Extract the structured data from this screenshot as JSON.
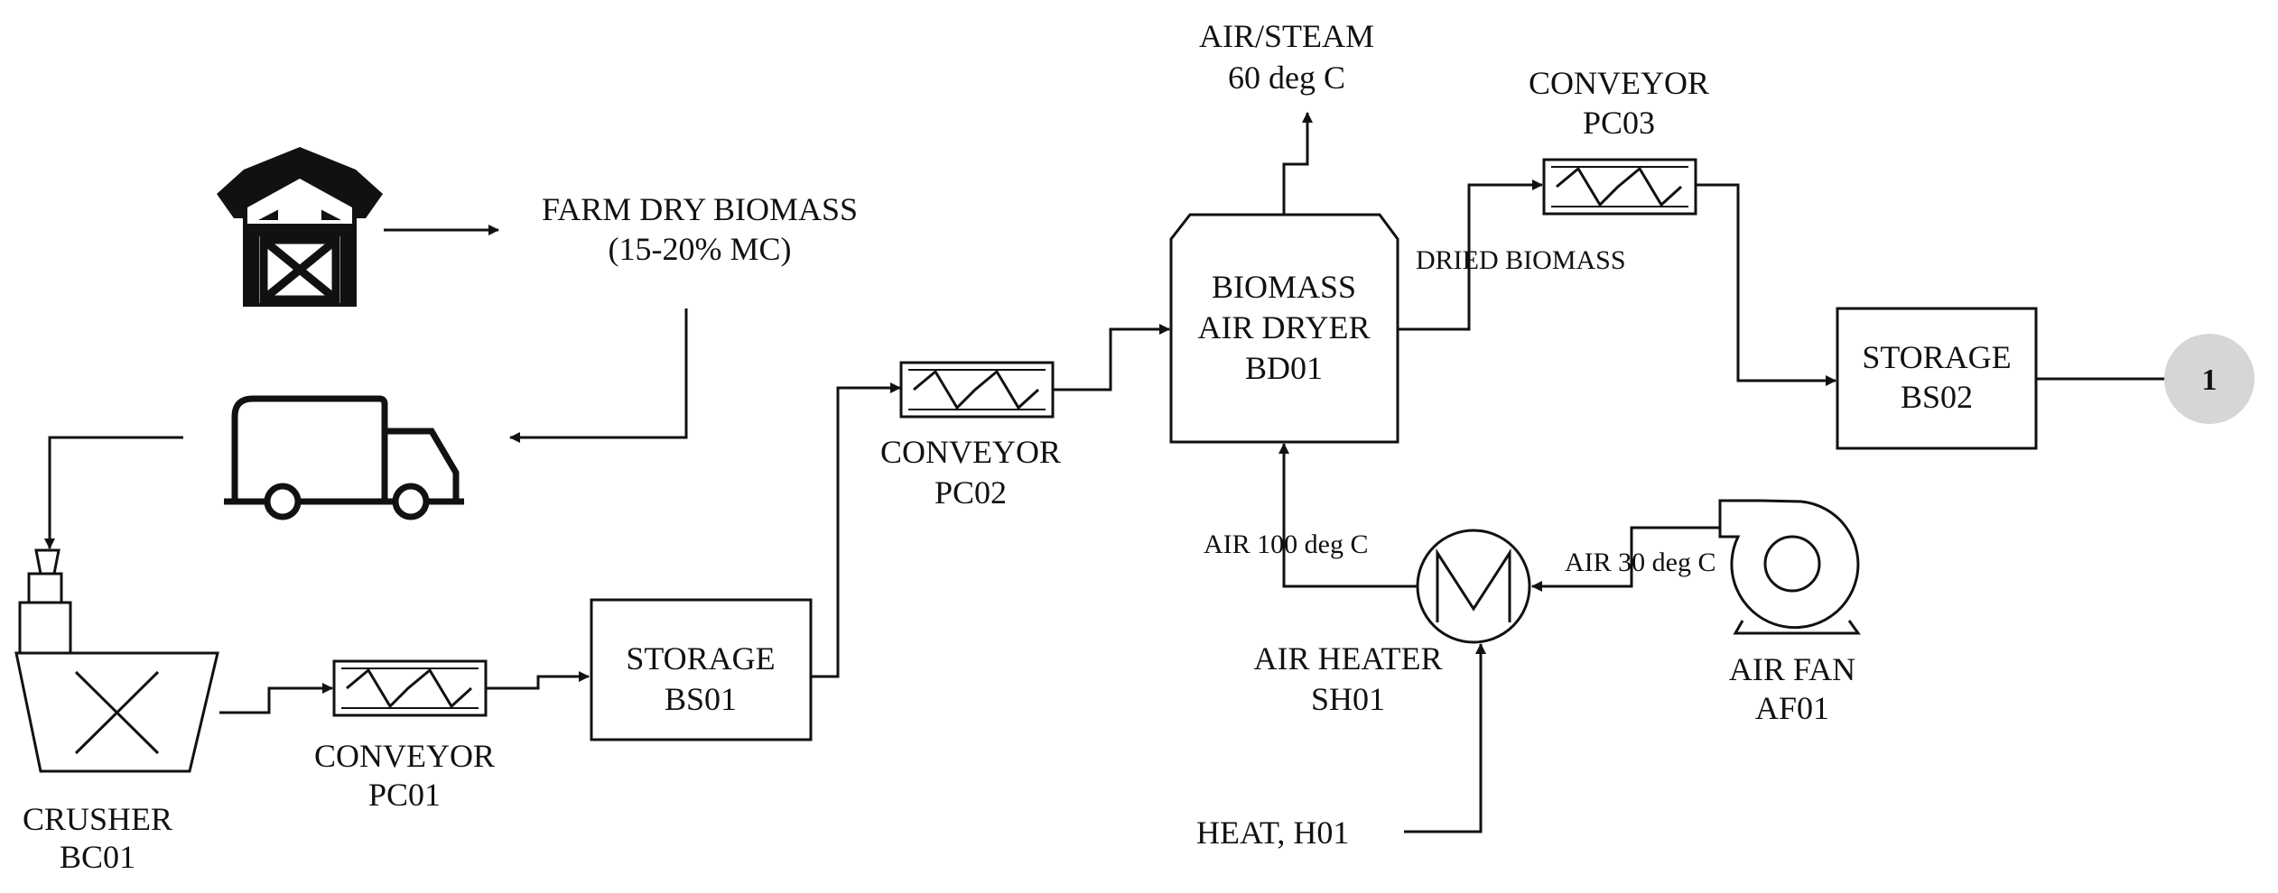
{
  "labels": {
    "farm_biomass_1": "FARM DRY BIOMASS",
    "farm_biomass_2": "(15-20% MC)",
    "crusher_1": "CRUSHER",
    "crusher_2": "BC01",
    "pc01_1": "CONVEYOR",
    "pc01_2": "PC01",
    "bs01_1": "STORAGE",
    "bs01_2": "BS01",
    "pc02_1": "CONVEYOR",
    "pc02_2": "PC02",
    "dryer_1": "BIOMASS",
    "dryer_2": "AIR DRYER",
    "dryer_3": "BD01",
    "steam_1": "AIR/STEAM",
    "steam_2": "60 deg C",
    "pc03_1": "CONVEYOR",
    "pc03_2": "PC03",
    "dried_biomass": "DRIED BIOMASS",
    "bs02_1": "STORAGE",
    "bs02_2": "BS02",
    "connector": "1",
    "air_100": "AIR 100 deg C",
    "air_30": "AIR 30 deg C",
    "heater_1": "AIR HEATER",
    "heater_2": "SH01",
    "fan_1": "AIR FAN",
    "fan_2": "AF01",
    "heat": "HEAT, H01"
  },
  "icons": {
    "farm": "barn-icon",
    "transport": "truck-icon",
    "crusher": "crusher-icon",
    "heater": "heat-exchanger-icon",
    "fan": "blower-icon"
  },
  "colors": {
    "stroke": "#111111",
    "connector_fill": "#d6d6d6"
  }
}
